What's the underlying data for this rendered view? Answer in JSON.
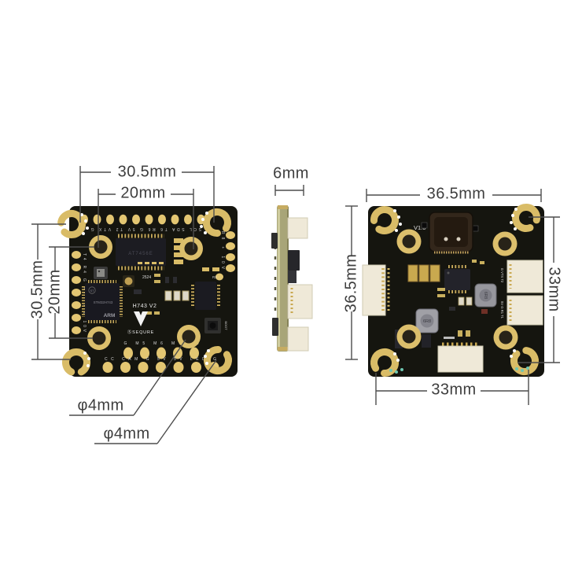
{
  "colors": {
    "dimension_lines": "#4d4d4d",
    "dimension_text": "#3e3e3e",
    "pcb_black": "#15150f",
    "pad_gold": "#d9bc67",
    "pcb_side_green": "#a8a578",
    "connector_white": "#efe9d8",
    "teal_dots": "#6fc7b2"
  },
  "dimensions": {
    "left_board_outer_width": "30.5mm",
    "left_board_inner_width": "20mm",
    "left_board_outer_height": "30.5mm",
    "left_board_inner_height": "20mm",
    "inner_hole_diameter": "φ4mm",
    "corner_hole_diameter": "φ4mm",
    "stack_thickness": "6mm",
    "right_board_width": "36.5mm",
    "right_board_height": "36.5mm",
    "right_board_hole_height": "33mm",
    "right_board_hole_width": "33mm"
  },
  "left_board": {
    "top_pad_labels": "SCL SDA T6 R6 G 5V T2 VTX G +",
    "left_pad_labels": "T4 R4 G R7 T7 G 10V",
    "right_pad_labels": "R8 + 10V",
    "right_pad_extra": "R2",
    "boot_label": "BOOT",
    "osd_chip_label": "AT7456E",
    "mcu_logo": "ST",
    "mcu_label": "STM32H743",
    "mcu_brand": "ARM",
    "date_code": "2524",
    "model_label": "H743 V2",
    "brand_label": "ⓈSEQURE",
    "motor_pad_labels": "G M5 M6 M7 M8",
    "io_pad_labels": "CC CAM G 5V 5V LED G"
  },
  "right_board": {
    "version_label": "V1.0",
    "inductor_label_1": "6R8",
    "inductor_label_2": "6R8",
    "right_conn_top_labels": "G VTX T2",
    "right_conn_bottom_labels": "5V G R1 T1"
  }
}
